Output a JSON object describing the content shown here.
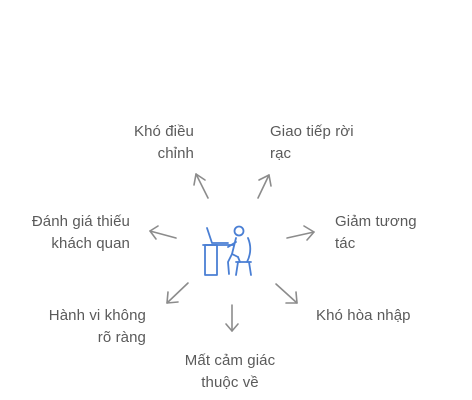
{
  "center_icon": "person-at-computer-desk-icon",
  "accent_color": "#4a7fd4",
  "arrow_color": "#8c8c8c",
  "text_color": "#5a5a5a",
  "labels": {
    "top_left": "Khó điều\nchỉnh",
    "top_right": "Giao tiếp rời\nrạc",
    "left": "Đánh giá thiếu\nkhách quan",
    "right": "Giảm tương\ntác",
    "bottom_left": "Hành vi không\nrõ ràng",
    "bottom_right": "Khó hòa nhập",
    "bottom": "Mất cảm giác\nthuộc về"
  }
}
